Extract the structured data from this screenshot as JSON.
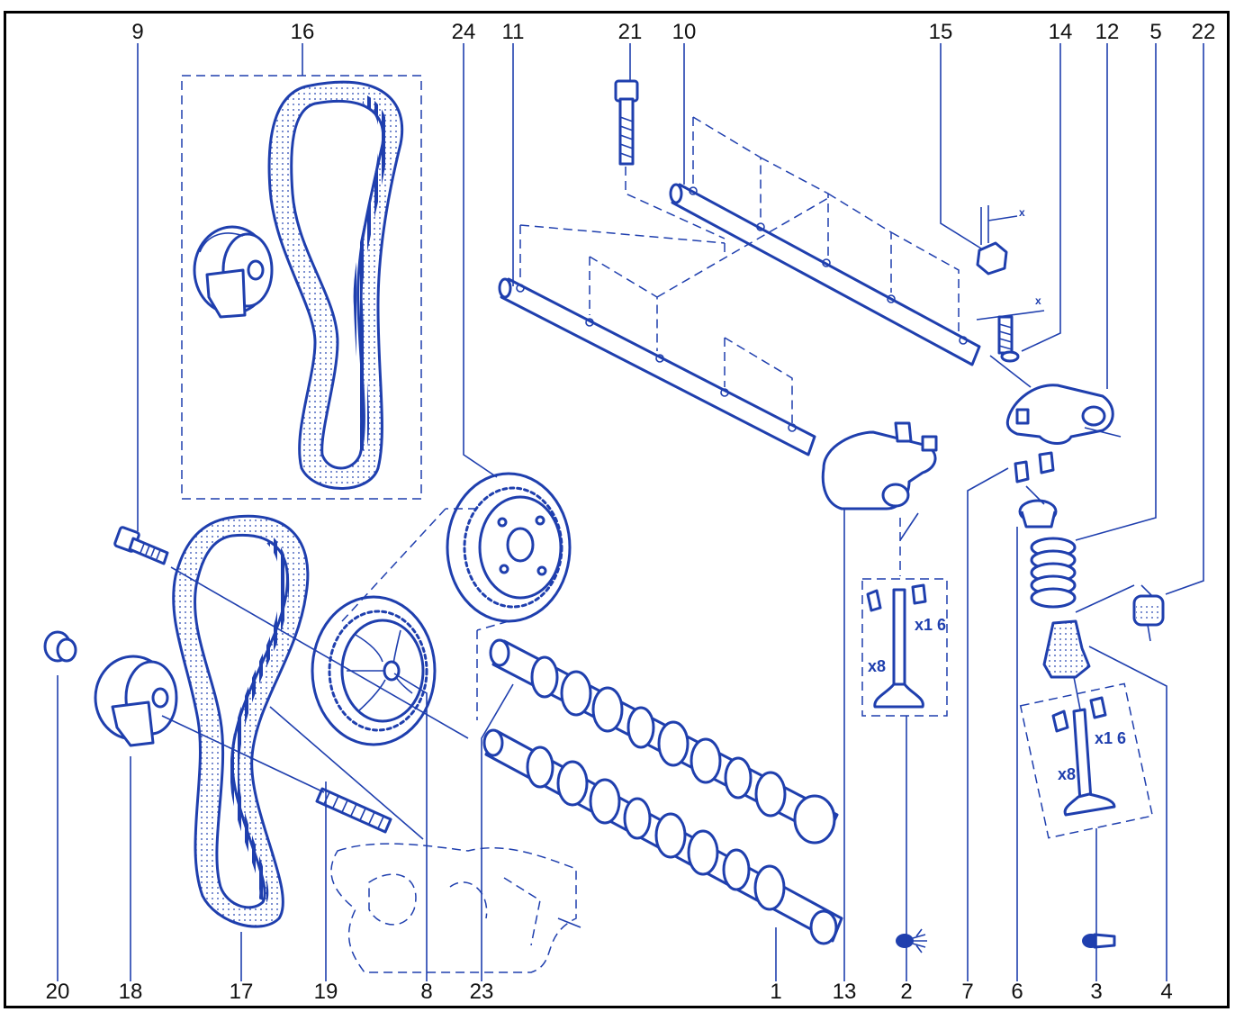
{
  "callouts_top": [
    "9",
    "16",
    "24",
    "11",
    "21",
    "10",
    "15",
    "14",
    "12",
    "5",
    "22"
  ],
  "callouts_bottom": [
    "20",
    "18",
    "17",
    "19",
    "8",
    "23",
    "1",
    "13",
    "2",
    "7",
    "6",
    "3",
    "4"
  ],
  "valve_kit_exhaust": {
    "count": "x8",
    "keepers": "x1 6"
  },
  "valve_kit_intake": {
    "count": "x8",
    "keepers": "x1 6"
  },
  "clearance_marks": [
    "x",
    "x"
  ],
  "colors": {
    "line": "#1f3fae",
    "text": "#111111",
    "frame": "#000000"
  }
}
